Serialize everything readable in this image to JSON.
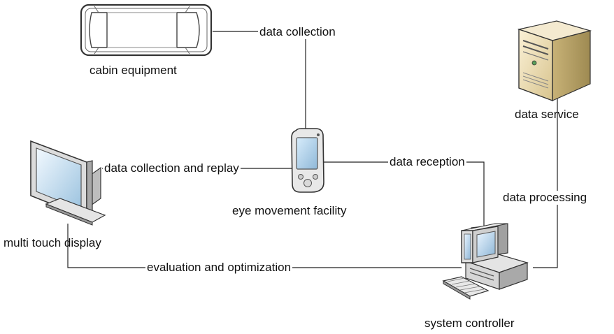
{
  "diagram": {
    "nodes": {
      "cabin": {
        "label": "cabin equipment",
        "icon": "vehicle-icon"
      },
      "eye": {
        "label": "eye movement facility",
        "icon": "pda-icon"
      },
      "display": {
        "label": "multi touch display",
        "icon": "monitor-icon"
      },
      "service": {
        "label": "data service",
        "icon": "server-icon"
      },
      "controller": {
        "label": "system controller",
        "icon": "desktop-computer-icon"
      }
    },
    "edges": {
      "collection": {
        "label": "data collection"
      },
      "replay": {
        "label": "data collection and replay"
      },
      "reception": {
        "label": "data reception"
      },
      "processing": {
        "label": "data processing"
      },
      "evaluation": {
        "label": "evaluation and optimization"
      }
    }
  }
}
